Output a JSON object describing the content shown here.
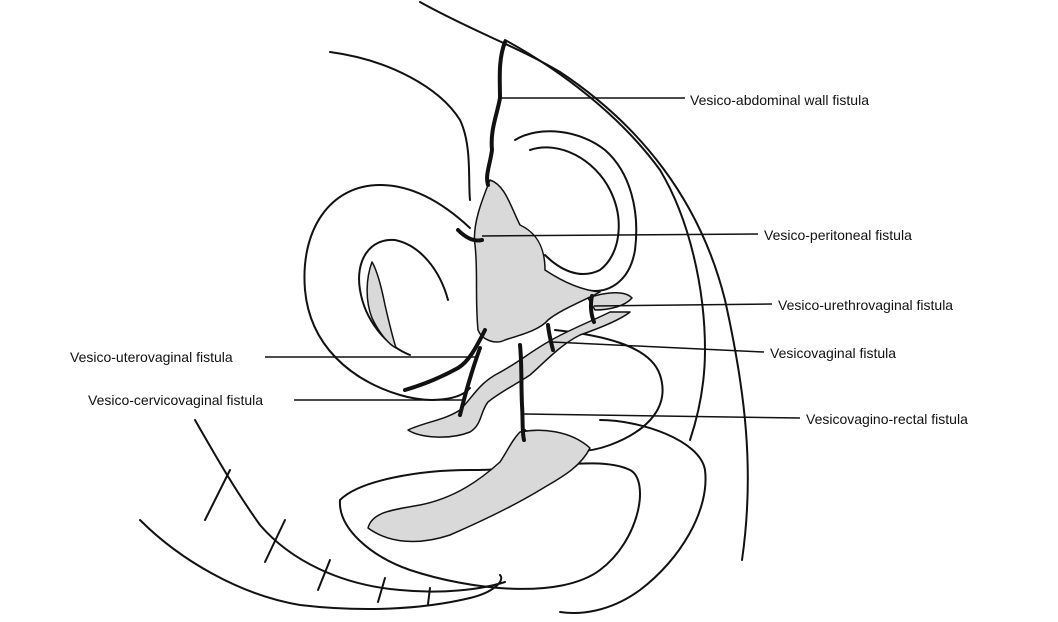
{
  "labels": {
    "vesico_abdominal_wall": "Vesico-abdominal wall fistula",
    "vesico_peritoneal": "Vesico-peritoneal fistula",
    "vesico_urethrovaginal": "Vesico-urethrovaginal fistula",
    "vesicovaginal": "Vesicovaginal fistula",
    "vesicovagino_rectal": "Vesicovagino-rectal fistula",
    "vesico_uterovaginal": "Vesico-uterovaginal fistula",
    "vesico_cervicovaginal": "Vesico-cervicovaginal fistula"
  },
  "colors": {
    "outline": "#111111",
    "organ_fill": "#d9d9d9",
    "background": "#ffffff"
  }
}
